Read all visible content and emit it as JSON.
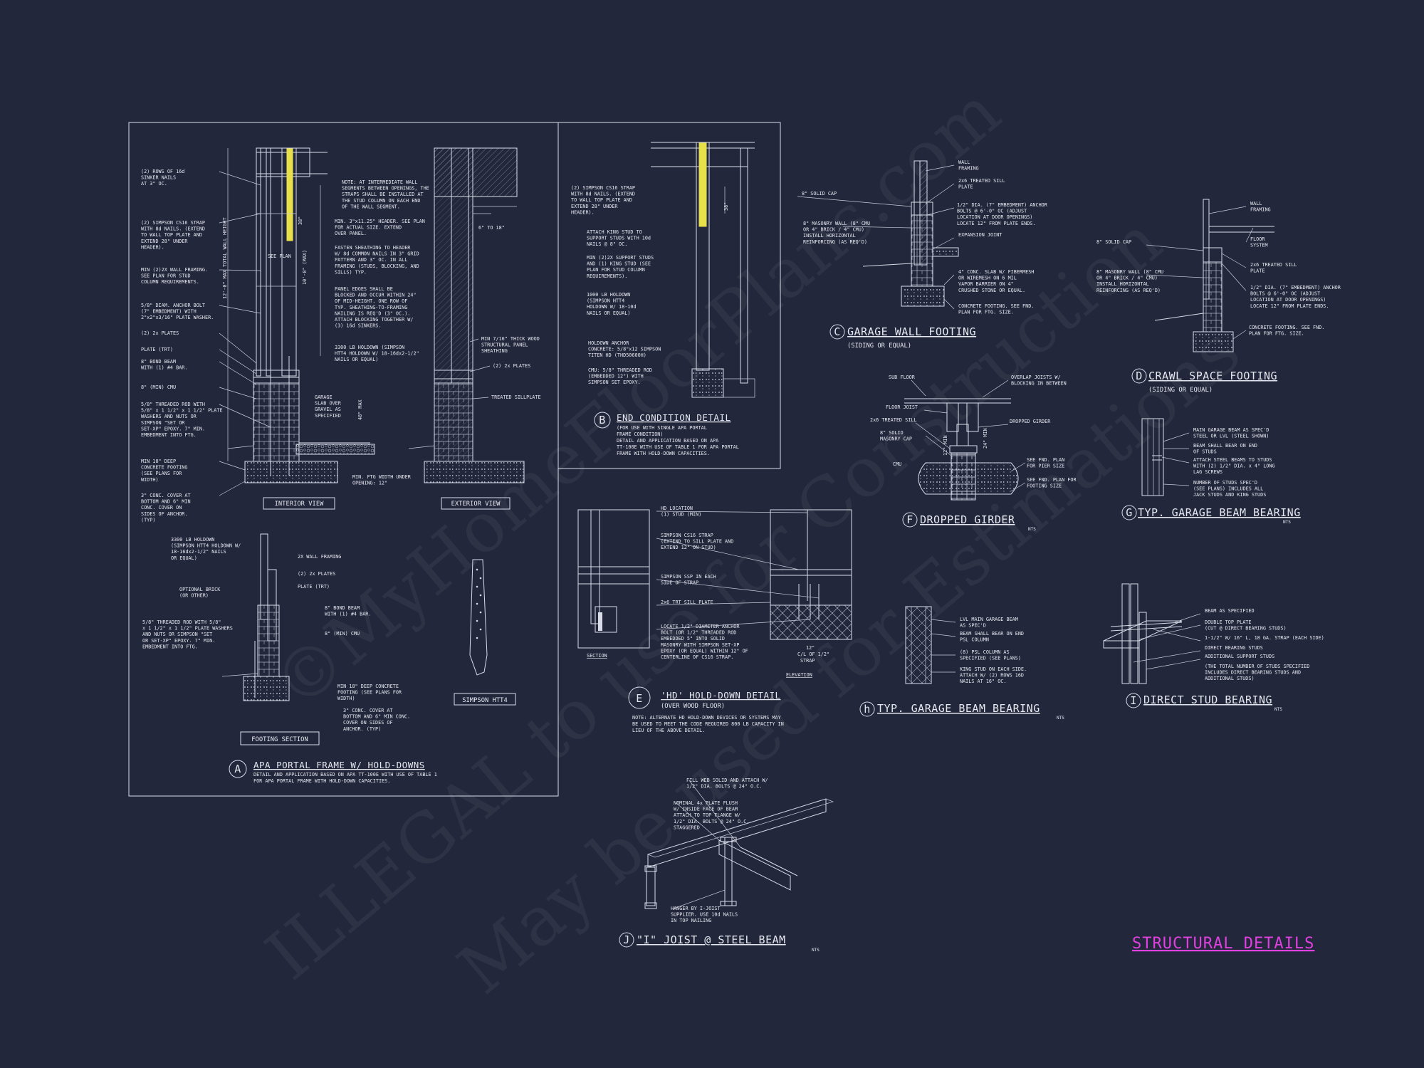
{
  "sheet_title": "STRUCTURAL DETAILS",
  "watermark": [
    "©MyHomeFloorPlans.com",
    "ILLEGAL to use for Construction",
    "May be used for Estimations"
  ],
  "colors": {
    "background": "#23273b",
    "linework": "#d9dce8",
    "accent_yellow": "#e8e04a",
    "title_magenta": "#e040e0"
  },
  "detail_A": {
    "tag": "A",
    "title": "APA PORTAL FRAME W/ HOLD-DOWNS",
    "subtitle": [
      "DETAIL AND APPLICATION BASED ON APA TT-100E WITH USE OF TABLE 1",
      "FOR APA PORTAL FRAME WITH HOLD-DOWN CAPACITIES."
    ],
    "interior_view": "INTERIOR VIEW",
    "exterior_view": "EXTERIOR VIEW",
    "footing_section": "FOOTING SECTION",
    "simpson": "SIMPSON HTT4",
    "dims": {
      "total": "12'-0\" MAX TOTAL WALL HEIGHT",
      "opening": "10'-0\" (MAX)",
      "see_plan": "SEE PLAN",
      "ht_38": "38\"",
      "six_to_18": "6\" TO 18\"",
      "max48": "48\" MAX"
    },
    "notes_left": [
      [
        "(2) ROWS OF 16d",
        "SINKER NAILS",
        "AT 3\" OC."
      ],
      [
        "(2) SIMPSON CS16 STRAP",
        "WITH 8d NAILS. (EXTEND",
        "TO WALL TOP PLATE AND",
        "EXTEND 28\" UNDER",
        "HEADER)."
      ],
      [
        "MIN (2)2X WALL FRAMING.",
        "SEE PLAN FOR STUD",
        "COLUMN REQUIREMENTS."
      ],
      [
        "5/8\" DIAM. ANCHOR BOLT",
        "(7\" EMBEDMENT) WITH",
        "2\"x2\"x3/16\" PLATE WASHER."
      ],
      [
        "(2) 2x PLATES"
      ],
      [
        "PLATE (TRT)"
      ],
      [
        "8\" BOND BEAM",
        "WITH (1) #4 BAR."
      ],
      [
        "8\" (MIN) CMU"
      ],
      [
        "5/8\" THREADED ROD WITH",
        "5/8\" x 1 1/2\" x 1 1/2\" PLATE",
        "WASHERS AND NUTS OR",
        "SIMPSON \"SET OR",
        "SET-XP\" EPOXY. 7\" MIN.",
        "EMBEDMENT INTO FTG."
      ],
      [
        "MIN 18\" DEEP",
        "CONCRETE FOOTING",
        "(SEE PLANS FOR",
        "WIDTH)"
      ],
      [
        "3\" CONC. COVER AT",
        "BOTTOM AND 6\" MIN",
        "CONC. COVER ON",
        "SIDES OF ANCHOR.",
        "(TYP)"
      ]
    ],
    "notes_mid": [
      [
        "NOTE: AT INTERMEDIATE WALL",
        "SEGMENTS BETWEEN OPENINGS, THE",
        "STRAPS SHALL BE INSTALLED AT",
        "THE STUD COLUMN ON EACH END",
        "OF THE WALL SEGMENT."
      ],
      [
        "MIN. 3\"x11.25\" HEADER. SEE PLAN",
        "FOR ACTUAL SIZE. EXTEND",
        "OVER PANEL."
      ],
      [
        "FASTEN SHEATHING TO HEADER",
        "W/ 8d COMMON NAILS IN 3\" GRID",
        "PATTERN AND 3\" OC. IN ALL",
        "FRAMING (STUDS, BLOCKING, AND",
        "SILLS) TYP."
      ],
      [
        "PANEL EDGES SHALL BE",
        "BLOCKED AND OCCUR WITHIN 24\"",
        "OF MID-HEIGHT. ONE ROW OF",
        "TYP. SHEATHING-TO-FRAMING",
        "NAILING IS REQ'D (3\" OC.).",
        "ATTACH BLOCKING TOGETHER W/",
        "(3) 16d SINKERS."
      ],
      [
        "3300 LB HOLDOWN (SIMPSON",
        "HTT4 HOLDOWN W/ 18-16dx2-1/2\"",
        "NAILS OR EQUAL)"
      ],
      [
        "GARAGE",
        "SLAB OVER",
        "GRAVEL AS",
        "SPECIFIED"
      ],
      [
        "MIN. FTG WIDTH UNDER",
        "OPENING: 12\""
      ]
    ],
    "notes_right": [
      [
        "MIN 7/16\" THICK WOOD",
        "STRUCTURAL PANEL",
        "SHEATHING"
      ],
      [
        "(2) 2x PLATES"
      ],
      [
        "TREATED SILLPLATE"
      ]
    ],
    "notes_footing": [
      [
        "3300 LB HOLDOWN",
        "(SIMPSON HTT4 HOLDOWN W/",
        "18-16dx2-1/2\" NAILS",
        "OR EQUAL)"
      ],
      [
        "2X WALL FRAMING"
      ],
      [
        "(2) 2x PLATES"
      ],
      [
        "PLATE (TRT)"
      ],
      [
        "OPTIONAL BRICK",
        "(OR OTHER)"
      ],
      [
        "8\" BOND BEAM",
        "WITH (1) #4 BAR."
      ],
      [
        "5/8\" THREADED ROD WITH 5/8\"",
        "x 1 1/2\" x 1 1/2\" PLATE WASHERS",
        "AND NUTS OR SIMPSON \"SET",
        "OR SET-XP\" EPOXY. 7\" MIN.",
        "EMBEDMENT INTO FTG."
      ],
      [
        "8\" (MIN) CMU"
      ],
      [
        "MIN 18\" DEEP CONCRETE",
        "FOOTING (SEE PLANS FOR",
        "WIDTH)"
      ],
      [
        "3\" CONC. COVER AT",
        "BOTTOM AND 6\" MIN CONC.",
        "COVER ON SIDES OF",
        "ANCHOR. (TYP)"
      ]
    ]
  },
  "detail_B": {
    "tag": "B",
    "title": "END CONDITION DETAIL",
    "subtitle": [
      "(FOR USE WITH SINGLE APA PORTAL",
      "FRAME CONDITION)",
      "DETAIL AND APPLICATION BASED ON APA",
      "TT-100E WITH USE OF TABLE 1 FOR APA PORTAL",
      "FRAME WITH HOLD-DOWN CAPACITIES."
    ],
    "dim": "38\"",
    "notes": [
      [
        "(2) SIMPSON CS16 STRAP",
        "WITH 8d NAILS. (EXTEND",
        "TO WALL TOP PLATE AND",
        "EXTEND 28\" UNDER",
        "HEADER)."
      ],
      [
        "ATTACH KING STUD TO",
        "SUPPORT STUDS WITH 10d",
        "NAILS @ 8\" OC."
      ],
      [
        "MIN (2)2X SUPPORT STUDS",
        "AND (1) KING STUD (SEE",
        "PLAN FOR STUD COLUMN",
        "REQUIREMENTS)."
      ],
      [
        "1000 LB HOLDOWN",
        "(SIMPSON HTT4",
        "HOLDOWN W/ 18-10d",
        "NAILS OR EQUAL)"
      ],
      [
        "HOLDOWN ANCHOR",
        "CONCRETE: 5/8\"x12 SIMPSON",
        "TITEN HD (THD50600H)"
      ],
      [
        "CMU: 5/8\" THREADED ROD",
        "(EMBEDDED 12\") WITH",
        "SIMPSON SET EPOXY."
      ]
    ]
  },
  "detail_C": {
    "tag": "C",
    "title": "GARAGE WALL FOOTING",
    "subtitle": "(SIDING OR EQUAL)",
    "notes": [
      [
        "WALL",
        "FRAMING"
      ],
      [
        "2x6 TREATED SILL",
        "PLATE"
      ],
      [
        "8\" SOLID CAP"
      ],
      [
        "1/2\" DIA. (7\" EMBEDMENT) ANCHOR",
        "BOLTS @ 6'-0\" OC (ADJUST",
        "LOCATION AT DOOR OPENINGS)",
        "LOCATE 12\" FROM PLATE ENDS."
      ],
      [
        "8\" MASONRY WALL (8\" CMU",
        "OR 4\" BRICK / 4\" CMU)",
        "INSTALL HORIZONTAL",
        "REINFORCING (AS REQ'D)"
      ],
      [
        "EXPANSION JOINT"
      ],
      [
        "4\" CONC. SLAB W/ FIBERMESH",
        "OR WIREMESH ON 6 MIL",
        "VAPOR BARRIER ON 4\"",
        "CRUSHED STONE OR EQUAL."
      ],
      [
        "CONCRETE FOOTING. SEE FND.",
        "PLAN FOR FTG. SIZE."
      ]
    ]
  },
  "detail_D": {
    "tag": "D",
    "title": "CRAWL SPACE FOOTING",
    "subtitle": "(SIDING OR EQUAL)",
    "notes": [
      [
        "WALL",
        "FRAMING"
      ],
      [
        "8\" SOLID CAP"
      ],
      [
        "FLOOR",
        "SYSTEM"
      ],
      [
        "2x6 TREATED SILL",
        "PLATE"
      ],
      [
        "8\" MASONRY WALL (8\" CMU",
        "OR 4\" BRICK / 4\" CMU)",
        "INSTALL HORIZONTAL",
        "REINFORCING (AS REQ'D)"
      ],
      [
        "1/2\" DIA. (7\" EMBEDMENT) ANCHOR",
        "BOLTS @ 6'-0\" OC (ADJUST",
        "LOCATION AT DOOR OPENINGS)",
        "LOCATE 12\" FROM PLATE ENDS."
      ],
      [
        "CONCRETE FOOTING. SEE FND.",
        "PLAN FOR FTG. SIZE."
      ]
    ]
  },
  "detail_E": {
    "tag": "E",
    "title": "'HD' HOLD-DOWN DETAIL",
    "subtitle": "(OVER WOOD FLOOR)",
    "note": [
      "NOTE: ALTERNATE HD HOLD-DOWN DEVICES OR SYSTEMS MAY",
      "BE USED TO MEET THE CODE REQUIRED 800 LB CAPACITY IN",
      "LIEU OF THE ABOVE DETAIL."
    ],
    "section": "SECTION",
    "elevation": "ELEVATION",
    "dim": [
      "12\"",
      "C/L OF 1/2\"",
      "STRAP"
    ],
    "notes": [
      [
        "HD LOCATION",
        "(1) STUD (MIN)"
      ],
      [
        "SIMPSON CS16 STRAP",
        "(EXTEND TO SILL PLATE AND",
        "EXTEND 12\" ON STUD)"
      ],
      [
        "SIMPSON SSP IN EACH",
        "SIDE OF STRAP"
      ],
      [
        "2x6 TRT SILL PLATE"
      ],
      [
        "LOCATE 1/2\" DIAMETER ANCHOR",
        "BOLT (OR 1/2\" THREADED ROD",
        "EMBEDDED 5\" INTO SOLID",
        "MASONRY WITH SIMPSON SET-XP",
        "EPOXY (OR EQUAL) WITHIN 12\" OF",
        "CENTERLINE OF CS16 STRAP."
      ]
    ]
  },
  "detail_F": {
    "tag": "F",
    "title": "DROPPED GIRDER",
    "nts": "NTS",
    "dims": [
      "24\" MIN",
      "12\" MIN"
    ],
    "notes": [
      [
        "SUB FLOOR"
      ],
      [
        "OVERLAP JOISTS W/",
        "BLOCKING IN BETWEEN"
      ],
      [
        "FLOOR JOIST"
      ],
      [
        "DROPPED GIRDER"
      ],
      [
        "2x6 TREATED SILL"
      ],
      [
        "8\" SOLID",
        "MASONRY CAP"
      ],
      [
        "CMU"
      ],
      [
        "SEE FND. PLAN",
        "FOR PIER SIZE"
      ],
      [
        "SEE FND. PLAN FOR",
        "FOOTING SIZE"
      ]
    ]
  },
  "detail_G": {
    "tag": "G",
    "title": "TYP. GARAGE BEAM BEARING",
    "nts": "NTS",
    "notes": [
      [
        "MAIN GARAGE BEAM AS SPEC'D",
        "STEEL OR LVL (STEEL SHOWN)"
      ],
      [
        "BEAM SHALL BEAR ON END",
        "OF STUDS"
      ],
      [
        "ATTACH STEEL BEAMS TO STUDS",
        "WITH (2) 1/2\" DIA. x 4\" LONG",
        "LAG SCREWS"
      ],
      [
        "NUMBER OF STUDS SPEC'D",
        "(SEE PLANS) INCLUDES ALL",
        "JACK STUDS AND KING STUDS"
      ]
    ]
  },
  "detail_H": {
    "tag": "h",
    "title": "TYP. GARAGE BEAM BEARING",
    "nts": "NTS",
    "notes": [
      [
        "LVL MAIN GARAGE BEAM",
        "AS SPEC'D"
      ],
      [
        "BEAM SHALL BEAR ON END",
        "PSL COLUMN"
      ],
      [
        "(8) PSL COLUMN AS",
        "SPECIFIED (SEE PLANS)"
      ],
      [
        "KING STUD ON EACH SIDE.",
        "ATTACH W/ (2) ROWS 16D",
        "NAILS AT 16\" OC."
      ]
    ]
  },
  "detail_I": {
    "tag": "I",
    "title": "DIRECT STUD BEARING",
    "nts": "NTS",
    "notes": [
      [
        "BEAM AS SPECIFIED"
      ],
      [
        "DOUBLE TOP PLATE",
        "(CUT @ DIRECT BEARING STUDS)"
      ],
      [
        "1-1/2\" W/ 16\" L, 18 GA. STRAP (EACH SIDE)"
      ],
      [
        "DIRECT BEARING STUDS"
      ],
      [
        "ADDITIONAL SUPPORT STUDS"
      ],
      [
        "(THE TOTAL NUMBER OF STUDS SPECIFIED",
        "INCLUDES DIRECT BEARING STUDS AND",
        "ADDITIONAL STUDS)"
      ]
    ]
  },
  "detail_J": {
    "tag": "J",
    "title": "\"I\" JOIST @ STEEL BEAM",
    "nts": "NTS",
    "notes": [
      [
        "FILL WEB SOLID AND ATTACH W/",
        "1/2\" DIA. BOLTS @ 24\" O.C."
      ],
      [
        "NOMINAL 4x PLATE FLUSH",
        "W/ INSIDE FACE OF BEAM",
        "ATTACH TO TOP FLANGE W/",
        "1/2\" DIA. BOLTS @ 24\" O.C.",
        "STAGGERED"
      ],
      [
        "HANGER BY I-JOIST",
        "SUPPLIER. USE 10d NAILS",
        "IN TOP NAILING"
      ]
    ]
  }
}
